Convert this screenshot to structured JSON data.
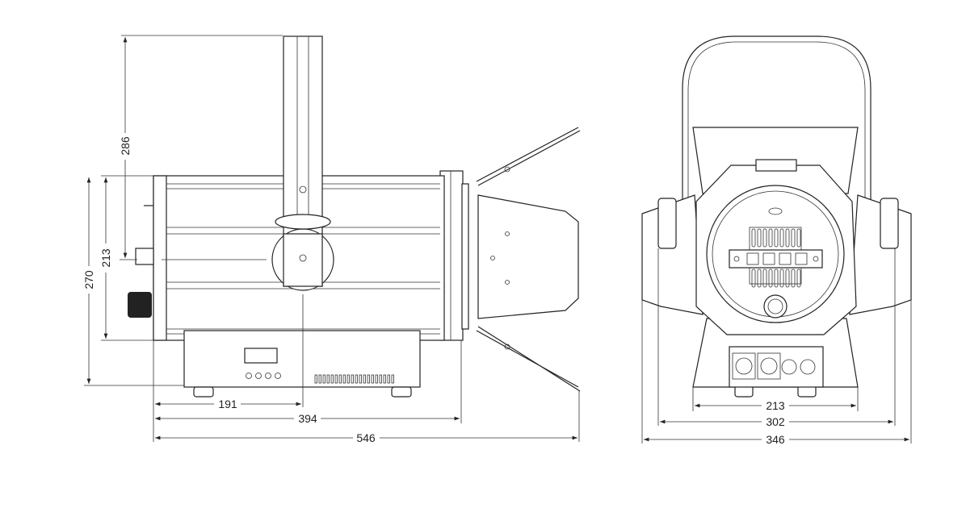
{
  "side_view": {
    "dimensions": {
      "yoke_height": "286",
      "body_height": "213",
      "total_height": "270",
      "pivot_offset": "191",
      "body_length": "394",
      "total_length": "546"
    }
  },
  "front_view": {
    "dimensions": {
      "base_width": "213",
      "yoke_width": "302",
      "total_width": "346"
    }
  },
  "colors": {
    "line": "#222222",
    "background": "#ffffff"
  }
}
